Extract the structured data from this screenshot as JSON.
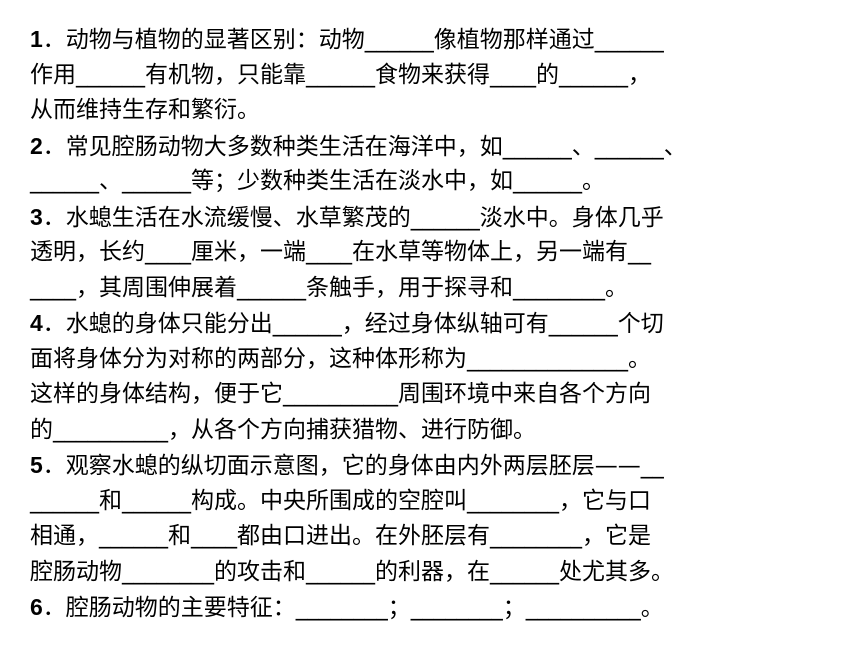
{
  "questions": [
    {
      "number": "1",
      "lines": [
        "．动物与植物的显著区别：动物______像植物那样通过______",
        "作用______有机物，只能靠______食物来获得____的______，",
        "从而维持生存和繁衍。"
      ]
    },
    {
      "number": "2",
      "lines": [
        "．常见腔肠动物大多数种类生活在海洋中，如______、______、",
        "______、______等；少数种类生活在淡水中，如______。"
      ]
    },
    {
      "number": "3",
      "lines": [
        "．水螅生活在水流缓慢、水草繁茂的______淡水中。身体几乎",
        "透明，长约____厘米，一端____在水草等物体上，另一端有__",
        "____，其周围伸展着______条触手，用于探寻和________。"
      ]
    },
    {
      "number": "4",
      "lines": [
        "．水螅的身体只能分出______，经过身体纵轴可有______个切",
        "面将身体分为对称的两部分，这种体形称为______________。",
        "这样的身体结构，便于它__________周围环境中来自各个方向",
        "的__________，从各个方向捕获猎物、进行防御。"
      ]
    },
    {
      "number": "5",
      "lines": [
        "．观察水螅的纵切面示意图，它的身体由内外两层胚层——__",
        "______和______构成。中央所围成的空腔叫________，它与口",
        "相通，______和____都由口进出。在外胚层有________，它是",
        "腔肠动物________的攻击和______的利器，在______处尤其多。"
      ]
    },
    {
      "number": "6",
      "lines": [
        "．腔肠动物的主要特征：________；________；__________。"
      ]
    }
  ]
}
